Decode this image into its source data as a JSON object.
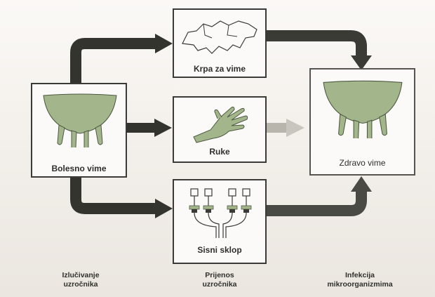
{
  "nodes": {
    "source": {
      "label": "Bolesno vime"
    },
    "cloth": {
      "label": "Krpa za vime"
    },
    "hands": {
      "label": "Ruke"
    },
    "cluster": {
      "label": "Sisni sklop"
    },
    "target": {
      "label": "Zdravo vime"
    }
  },
  "stages": {
    "excretion": {
      "line1": "Izlučivanje",
      "line2": "uzročnika"
    },
    "transfer": {
      "line1": "Prijenos",
      "line2": "uzročnika"
    },
    "infection": {
      "line1": "Infekcija",
      "line2": "mikroorganizmima"
    }
  },
  "colors": {
    "udder": "#a3b58a",
    "arrow": "#34342f",
    "border": "#3a3a36"
  }
}
